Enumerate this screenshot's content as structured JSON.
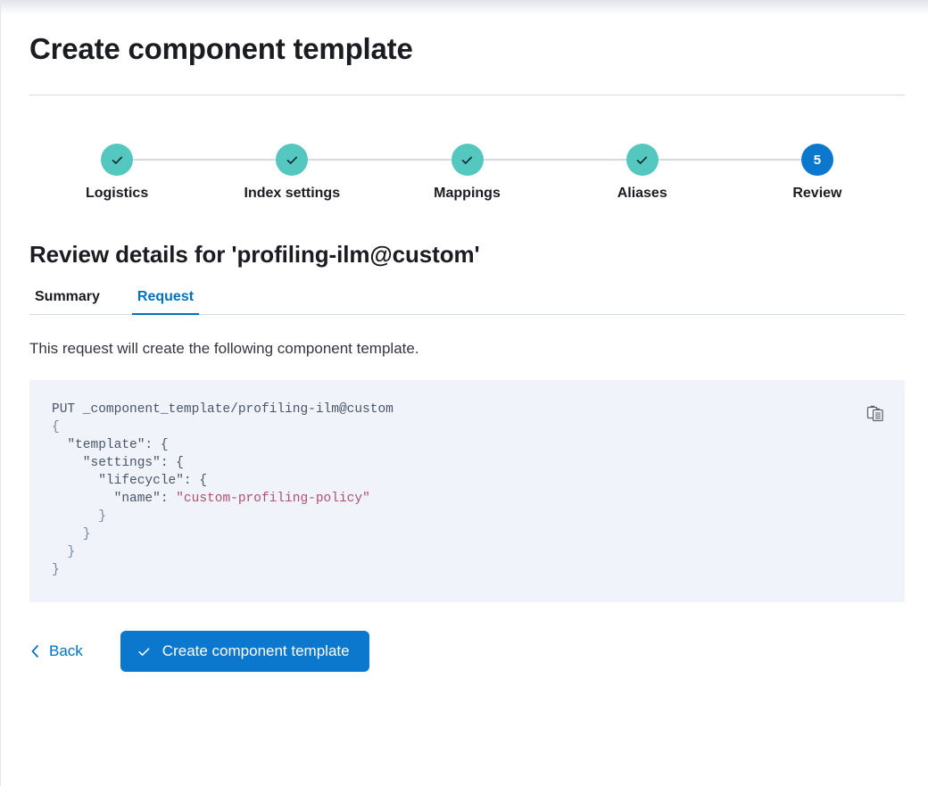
{
  "page": {
    "title": "Create component template"
  },
  "stepper": {
    "steps": [
      {
        "label": "Logistics",
        "state": "complete",
        "icon": "check-icon"
      },
      {
        "label": "Index settings",
        "state": "complete",
        "icon": "check-icon"
      },
      {
        "label": "Mappings",
        "state": "complete",
        "icon": "check-icon"
      },
      {
        "label": "Aliases",
        "state": "complete",
        "icon": "check-icon"
      },
      {
        "label": "Review",
        "state": "current",
        "number": "5"
      }
    ],
    "complete_color": "#54C7BE",
    "current_color": "#0B78CE",
    "connector_color": "#D3DAE6"
  },
  "review": {
    "heading": "Review details for 'profiling-ilm@custom'",
    "tabs": [
      {
        "label": "Summary",
        "active": false
      },
      {
        "label": "Request",
        "active": true
      }
    ],
    "description": "This request will create the following component template.",
    "code": {
      "method_line": "PUT _component_template/profiling-ilm@custom",
      "lines": [
        "{",
        "  \"template\": {",
        "    \"settings\": {",
        "      \"lifecycle\": {",
        "        \"name\": \"custom-profiling-policy\"",
        "      }",
        "    }",
        "  }",
        "}"
      ],
      "string_value": "\"custom-profiling-policy\"",
      "string_color": "#B0506F",
      "background": "#F0F3FA"
    },
    "copy_icon": "copy-clipboard-icon"
  },
  "footer": {
    "back_label": "Back",
    "back_icon": "chevron-left-icon",
    "submit_label": "Create component template",
    "submit_icon": "check-icon",
    "submit_color": "#0B78CE"
  }
}
